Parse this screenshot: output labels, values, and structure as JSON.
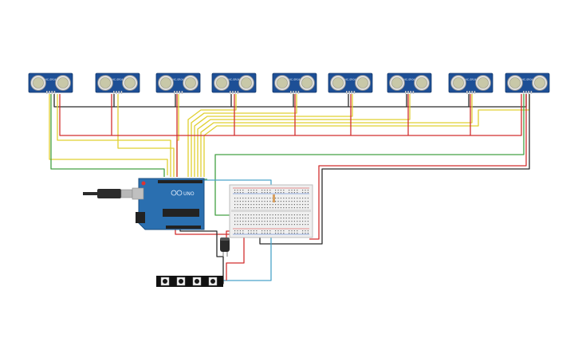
{
  "canvas": {
    "background": "#ffffff"
  },
  "components": {
    "sensors": {
      "count": 9,
      "type": "HC-SR04",
      "label": "HC-SR04",
      "board_color": "#1d4f96",
      "transducer_color": "#c8c8a8"
    },
    "arduino": {
      "label": "UNO",
      "board_color": "#2a6fb0"
    },
    "breadboard": {
      "type": "half-size"
    },
    "capacitor": {
      "color": "#2a2a2a"
    },
    "led_strip": {
      "leds": 4,
      "color": "#111111"
    }
  },
  "wire_colors": {
    "vcc": "#d22f2f",
    "gnd": "#2b2b2b",
    "trig": "#e0d030",
    "echo": "#e0d030",
    "signal": "#4aa3c9",
    "aux": "#43a043",
    "power5v": "#d22f2f"
  }
}
